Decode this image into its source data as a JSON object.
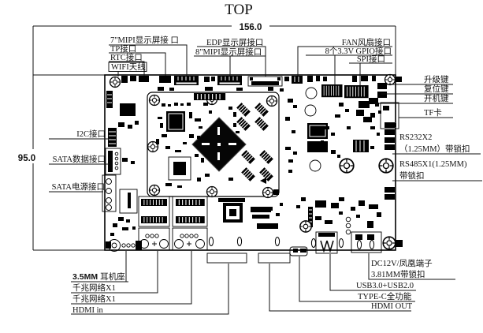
{
  "title": "TOP",
  "dimensions": {
    "width": "156.0",
    "height": "95.0"
  },
  "labels": {
    "top_left": {
      "mipi7": "7\"MIPI显示屏接 口",
      "tp": "TP接口",
      "rtc": "RTC接口",
      "wifi": "WIFI天线"
    },
    "top_center": {
      "edp": "EDP显示屏接口",
      "mipi8": "8\"MIPI显示屏接口"
    },
    "top_right": {
      "fan": "FAN风扇接口",
      "gpio": "8个3.3V GPIO接口",
      "spi": "SPI接口"
    },
    "right": {
      "upgrade": "升级键",
      "reset": "复位键",
      "power": "开机键",
      "tf": "TF卡",
      "rs232_l1": "RS232X2",
      "rs232_l2": "（1.25MM）带锁扣",
      "rs485_l1": "RS485X1(1.25MM)",
      "rs485_l2": "带锁扣"
    },
    "bottom_right": {
      "dc_l1": "DC12V/凤凰端子",
      "dc_l2": "3.81MM带锁扣",
      "usb": "USB3.0+USB2.0",
      "typec": "TYPE-C全功能",
      "hdmi_out": "HDMI OUT"
    },
    "left": {
      "i2c": "I2C接口",
      "sata_data": "SATA数据接口",
      "sata_power": "SATA电源接口"
    },
    "bottom_left": {
      "audio_bold": "3.5MM",
      "audio_rest": "耳机座",
      "lan1": "千兆网络X1",
      "lan2": "千兆网络X1",
      "hdmi_in": "HDMI in"
    }
  }
}
